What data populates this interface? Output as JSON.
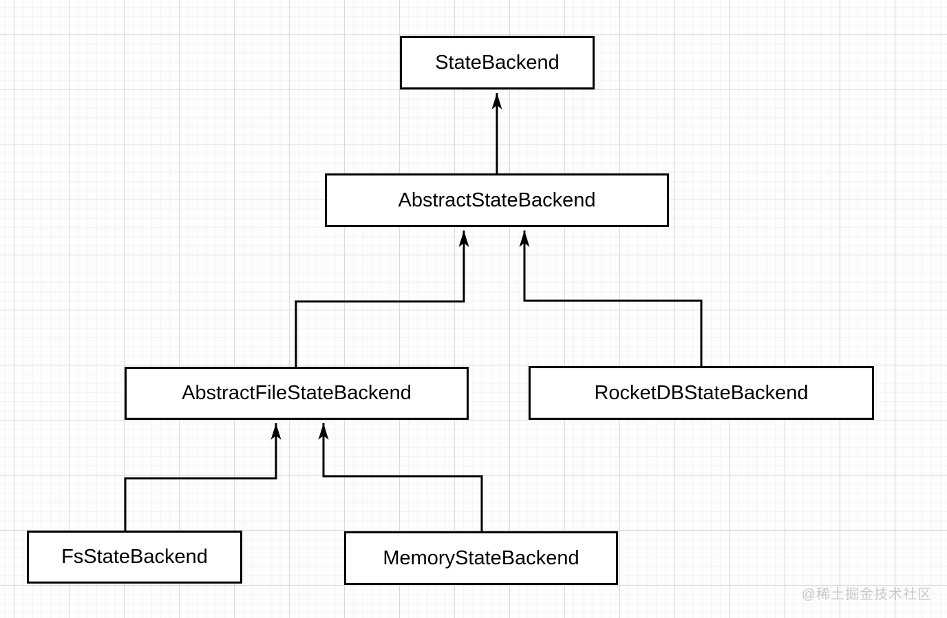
{
  "diagram": {
    "type": "class-inheritance-diagram",
    "nodes": [
      {
        "id": "state-backend",
        "label": "StateBackend"
      },
      {
        "id": "abstract-state-backend",
        "label": "AbstractStateBackend"
      },
      {
        "id": "abstract-file-state-backend",
        "label": "AbstractFileStateBackend"
      },
      {
        "id": "rocketdb-state-backend",
        "label": "RocketDBStateBackend"
      },
      {
        "id": "fs-state-backend",
        "label": "FsStateBackend"
      },
      {
        "id": "memory-state-backend",
        "label": "MemoryStateBackend"
      }
    ],
    "edges": [
      {
        "from": "AbstractStateBackend",
        "to": "StateBackend",
        "style": "orthogonal-arrow-up"
      },
      {
        "from": "AbstractFileStateBackend",
        "to": "AbstractStateBackend",
        "style": "orthogonal-arrow-up"
      },
      {
        "from": "RocketDBStateBackend",
        "to": "AbstractStateBackend",
        "style": "orthogonal-arrow-up"
      },
      {
        "from": "FsStateBackend",
        "to": "AbstractFileStateBackend",
        "style": "orthogonal-arrow-up"
      },
      {
        "from": "MemoryStateBackend",
        "to": "AbstractFileStateBackend",
        "style": "orthogonal-arrow-up"
      }
    ],
    "watermark": "@稀土掘金技术社区",
    "colors": {
      "node_fill": "#ffffff",
      "node_border": "#000000",
      "connector": "#000000",
      "grid_minor": "#f4f1f1",
      "grid_major": "#d9d9d9",
      "watermark": "#c8c8c8"
    }
  }
}
